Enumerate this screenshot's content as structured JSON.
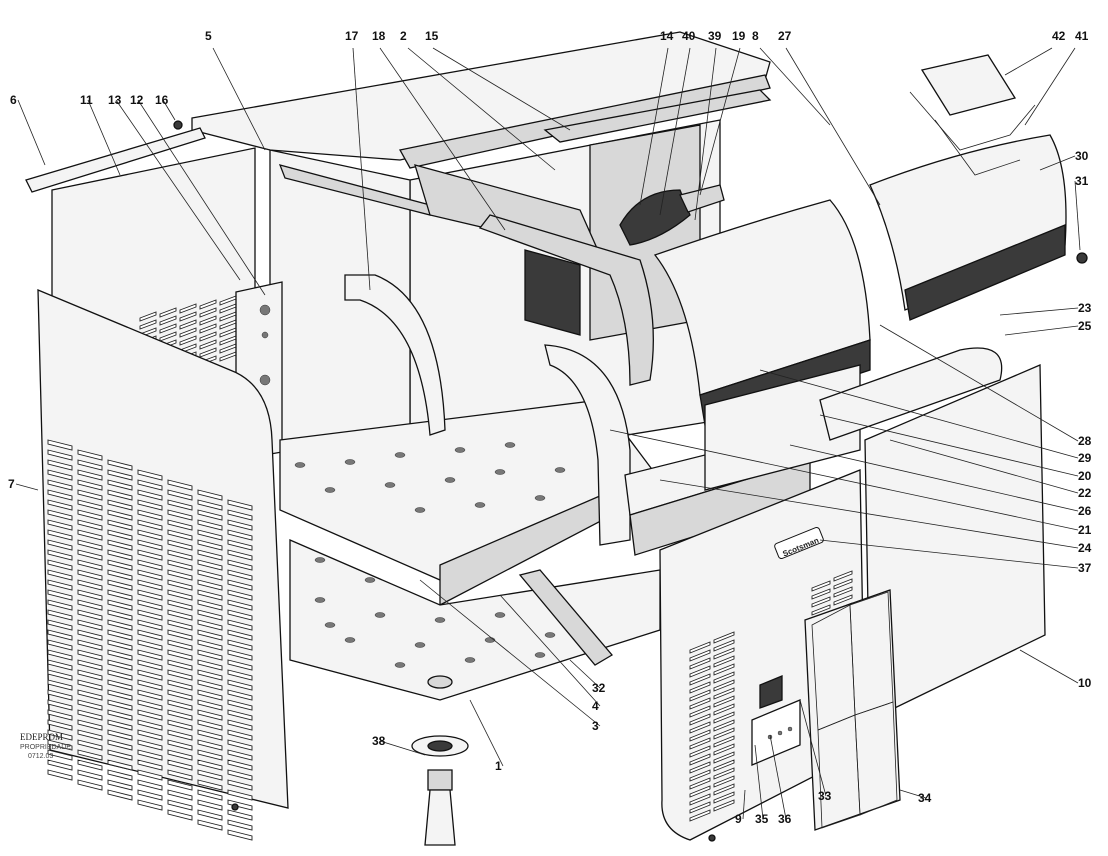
{
  "diagram": {
    "labels": [
      {
        "id": "6",
        "text": "6"
      },
      {
        "id": "11",
        "text": "11"
      },
      {
        "id": "13",
        "text": "13"
      },
      {
        "id": "12",
        "text": "12"
      },
      {
        "id": "16",
        "text": "16"
      },
      {
        "id": "5",
        "text": "5"
      },
      {
        "id": "17",
        "text": "17"
      },
      {
        "id": "18",
        "text": "18"
      },
      {
        "id": "2",
        "text": "2"
      },
      {
        "id": "15",
        "text": "15"
      },
      {
        "id": "14",
        "text": "14"
      },
      {
        "id": "40",
        "text": "40"
      },
      {
        "id": "39",
        "text": "39"
      },
      {
        "id": "19",
        "text": "19"
      },
      {
        "id": "8",
        "text": "8"
      },
      {
        "id": "27",
        "text": "27"
      },
      {
        "id": "42",
        "text": "42"
      },
      {
        "id": "41",
        "text": "41"
      },
      {
        "id": "30",
        "text": "30"
      },
      {
        "id": "31",
        "text": "31"
      },
      {
        "id": "23",
        "text": "23"
      },
      {
        "id": "25",
        "text": "25"
      },
      {
        "id": "28",
        "text": "28"
      },
      {
        "id": "29",
        "text": "29"
      },
      {
        "id": "20",
        "text": "20"
      },
      {
        "id": "22",
        "text": "22"
      },
      {
        "id": "26",
        "text": "26"
      },
      {
        "id": "21",
        "text": "21"
      },
      {
        "id": "24",
        "text": "24"
      },
      {
        "id": "37",
        "text": "37"
      },
      {
        "id": "7",
        "text": "7"
      },
      {
        "id": "10",
        "text": "10"
      },
      {
        "id": "32",
        "text": "32"
      },
      {
        "id": "4",
        "text": "4"
      },
      {
        "id": "3",
        "text": "3"
      },
      {
        "id": "1",
        "text": "1"
      },
      {
        "id": "38",
        "text": "38"
      },
      {
        "id": "9",
        "text": "9"
      },
      {
        "id": "35",
        "text": "35"
      },
      {
        "id": "36",
        "text": "36"
      },
      {
        "id": "33",
        "text": "33"
      },
      {
        "id": "34",
        "text": "34"
      }
    ],
    "logo": {
      "name": "EDEPROM",
      "sub": "PROPRIEDADE",
      "code": "0712.03"
    },
    "brand_plate": "Scotsman",
    "colors": {
      "line": "#111111",
      "fill": "#f4f4f4",
      "dark": "#3a3a3a"
    }
  }
}
